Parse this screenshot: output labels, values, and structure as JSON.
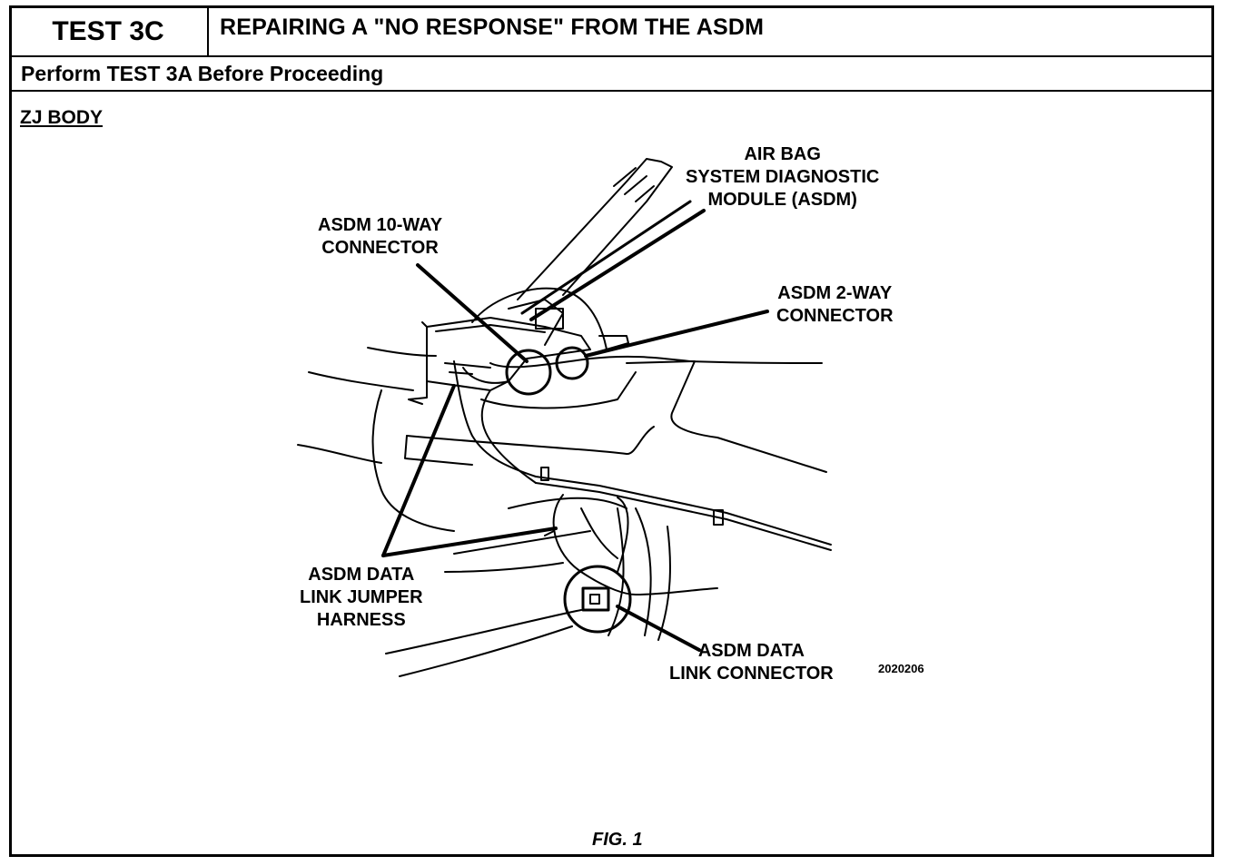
{
  "header": {
    "test_id": "TEST 3C",
    "title": "REPAIRING A \"NO RESPONSE\" FROM THE ASDM"
  },
  "subheader": "Perform TEST 3A Before Proceeding",
  "section_label": "ZJ BODY",
  "callouts": {
    "air_bag_module": "AIR BAG\nSYSTEM DIAGNOSTIC\nMODULE (ASDM)",
    "ten_way": "ASDM 10-WAY\nCONNECTOR",
    "two_way": "ASDM 2-WAY\nCONNECTOR",
    "jumper": "ASDM DATA\nLINK JUMPER\nHARNESS",
    "data_link": "ASDM DATA\nLINK CONNECTOR"
  },
  "figure_number": "2020206",
  "figure_caption": "FIG. 1"
}
